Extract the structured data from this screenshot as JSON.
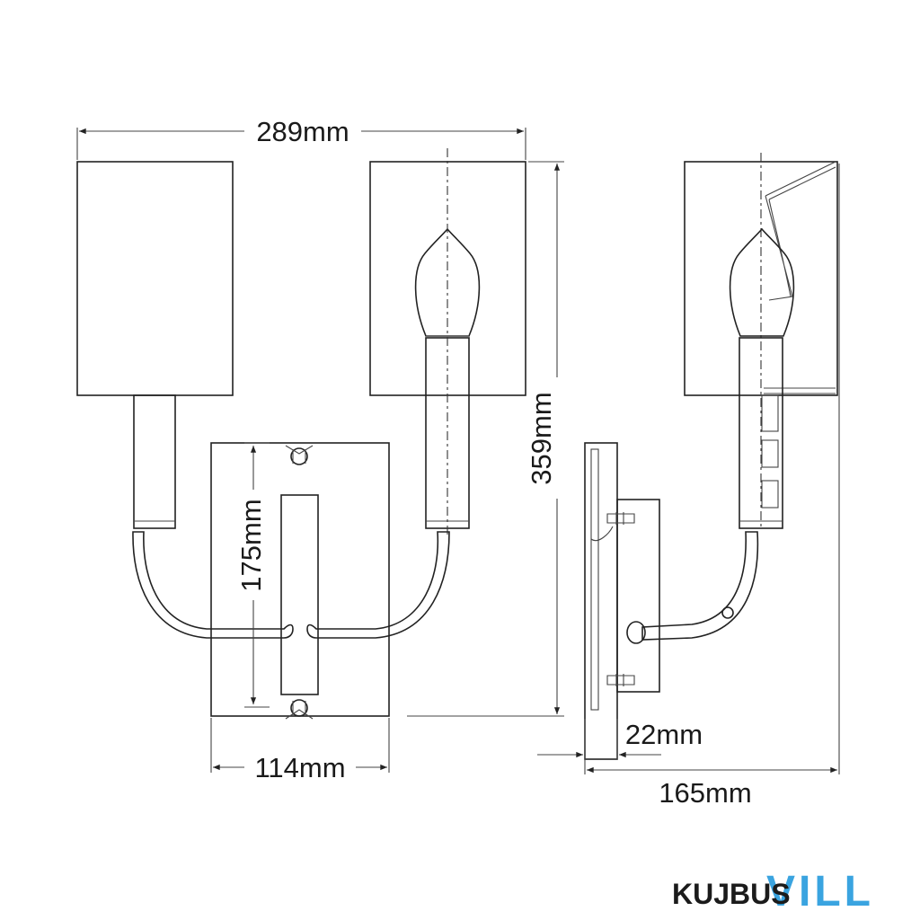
{
  "dimensions": {
    "total_width": "289mm",
    "total_height": "359mm",
    "backplate_height": "175mm",
    "backplate_width": "114mm",
    "backplate_depth": "22mm",
    "projection": "165mm"
  },
  "brand": {
    "primary": "KUJBUS",
    "accent": "VILL",
    "accent_color": "#3aa4e0"
  }
}
